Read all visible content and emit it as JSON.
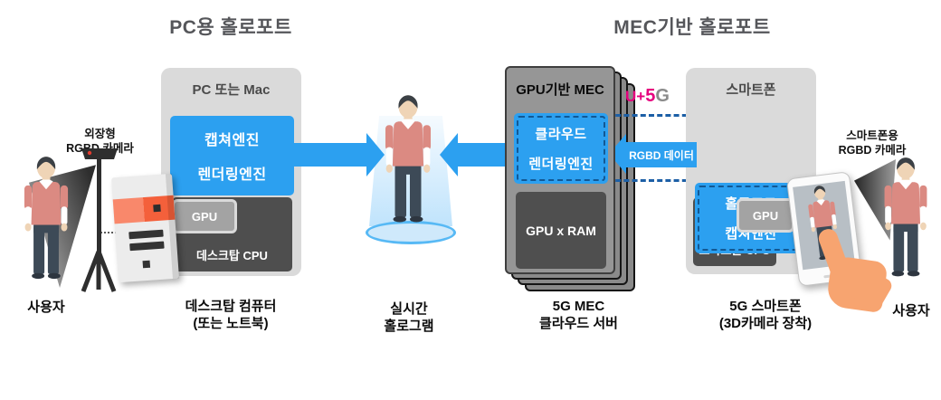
{
  "titles": {
    "left": "PC용 홀로포트",
    "right": "MEC기반 홀로포트"
  },
  "colors": {
    "accent_blue": "#2CA0F0",
    "dashed_blue": "#1C5FA6",
    "magenta": "#E6007E",
    "container_gray": "#DADADA",
    "dark_box": "#4E4E4E",
    "mid_gray": "#A3A3A3",
    "orange": "#F4613C",
    "title_gray": "#55565A",
    "shirt": "#DB8A82",
    "pants": "#3D4A57",
    "skin": "#EFD4B6",
    "hand": "#F7A470"
  },
  "pc": {
    "container_label": "PC 또는 Mac",
    "engine_lines": [
      "캡쳐엔진",
      "렌더링엔진"
    ],
    "gpu_label": "GPU",
    "cpu_label": "데스크탑 CPU",
    "caption_line1": "데스크탑 컴퓨터",
    "caption_line2": "(또는 노트북)",
    "camera_label_line1": "외장형",
    "camera_label_line2": "RGBD 카메라",
    "user_label": "사용자"
  },
  "hologram": {
    "caption_line1": "실시간",
    "caption_line2": "홀로그램"
  },
  "mec": {
    "container_label": "GPU기반 MEC",
    "engine_lines": [
      "클라우드",
      "렌더링엔진"
    ],
    "hw_label": "GPU x RAM",
    "caption_line1": "5G MEC",
    "caption_line2": "클라우드 서버"
  },
  "logo": {
    "u_plus": "U+",
    "five": "5",
    "g": "G"
  },
  "data_arrow_label": "RGBD 데이터",
  "phone": {
    "container_label": "스마트폰",
    "engine_lines": [
      "홀로포트",
      "캡쳐엔진"
    ],
    "gpu_label": "GPU",
    "cpu_label": "스마트폰 CPU",
    "caption_line1": "5G 스마트폰",
    "caption_line2": "(3D카메라 장착)",
    "camera_label_line1": "스마트폰용",
    "camera_label_line2": "RGBD 카메라",
    "user_label": "사용자"
  }
}
